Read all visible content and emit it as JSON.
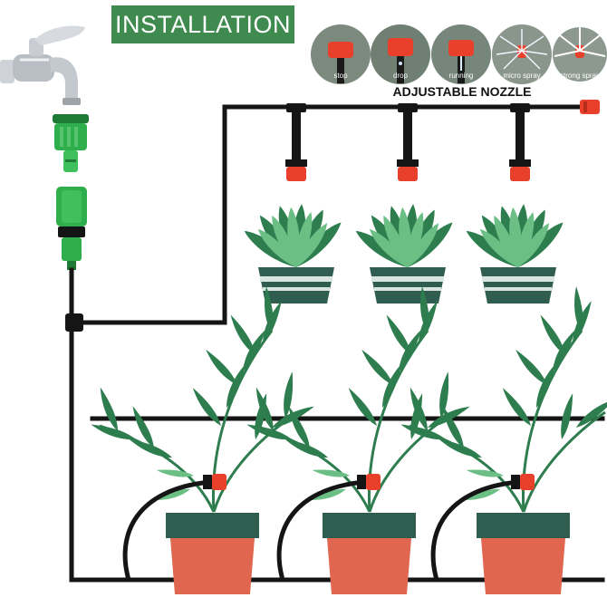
{
  "title": "INSTALLATION",
  "caption": "ADJUSTABLE NOZZLE",
  "nozzle_modes": [
    "stop",
    "drop",
    "running",
    "micro spray",
    "strong spray"
  ],
  "colors": {
    "title_bg": "#3f8a4f",
    "leaf": "#2e7d4f",
    "leaf_light": "#6bbf84",
    "pot_dark": "#2f5d4f",
    "pot_terracotta": "#e0664f",
    "nozzle_red": "#e8402a",
    "connector_green": "#2fae4e",
    "pipe": "#151515"
  },
  "icons": [
    "faucet-icon",
    "hose-connector-icon",
    "quick-coupler-icon",
    "nozzle-icon",
    "plant-icon",
    "pot-icon"
  ]
}
